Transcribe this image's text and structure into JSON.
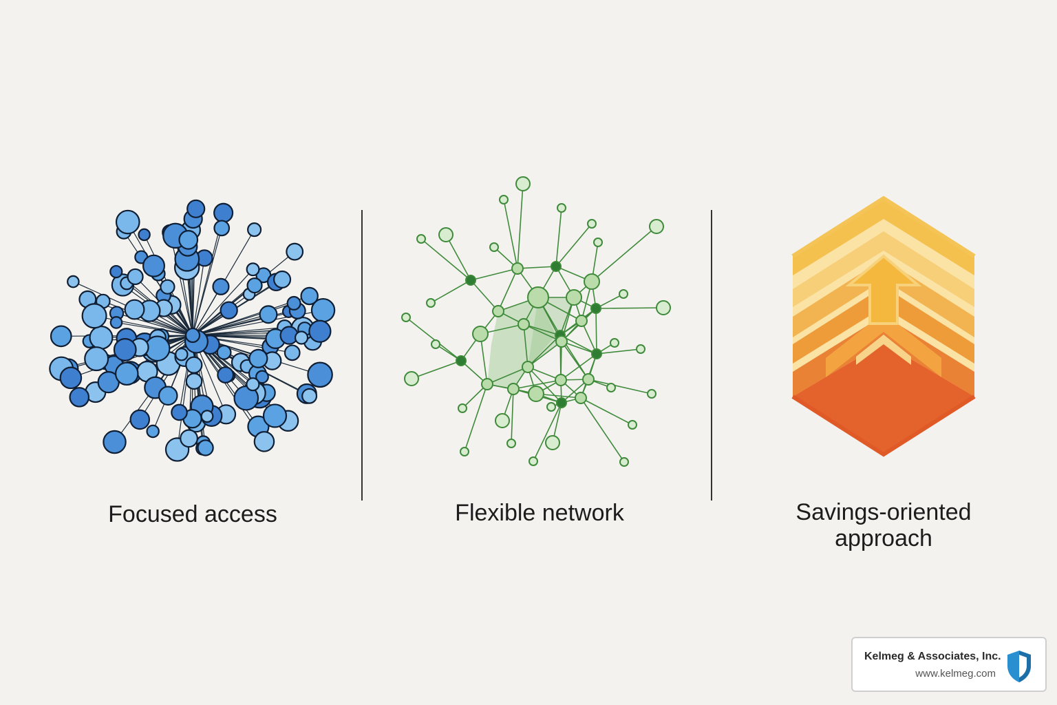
{
  "panels": [
    {
      "caption": "Focused access",
      "icon": "hub-network-icon",
      "color": "#4a8fd8"
    },
    {
      "caption": "Flexible network",
      "icon": "mesh-network-icon",
      "color": "#4f9a45"
    },
    {
      "caption_line1": "Savings-oriented",
      "caption_line2": "approach",
      "icon": "layered-hexagon-arrow-icon",
      "color": "#f0a830"
    }
  ],
  "badge": {
    "company": "Kelmeg & Associates, Inc.",
    "url": "www.kelmeg.com",
    "icon": "shield-icon",
    "accent": "#2a8fd0"
  }
}
